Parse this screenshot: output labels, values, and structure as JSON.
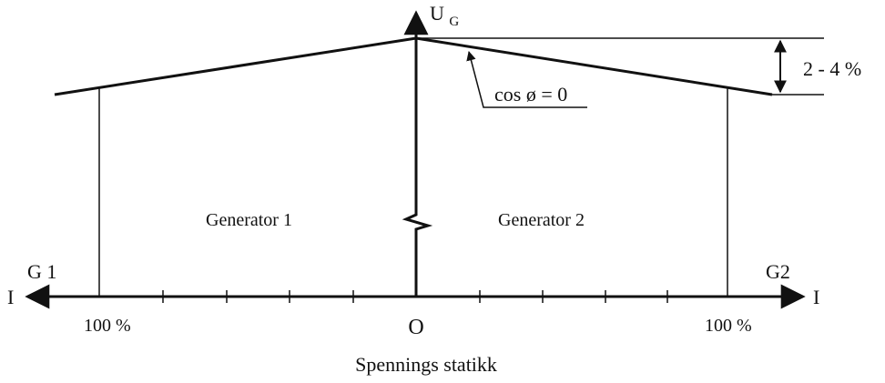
{
  "diagram": {
    "axis": {
      "voltage_label_main": "U",
      "voltage_label_sub": "G",
      "current_left": "I",
      "current_right": "I",
      "origin": "O",
      "left_percent": "100 %",
      "right_percent": "100 %"
    },
    "generators": {
      "left_name": "Generator 1",
      "right_name": "Generator 2",
      "left_tag": "G 1",
      "right_tag": "G2"
    },
    "annotation": {
      "cos_phi": "cos ø = 0",
      "droop_range": "2 - 4 %"
    },
    "caption": "Spennings statikk"
  },
  "colors": {
    "ink": "#111111",
    "background": "#ffffff"
  }
}
